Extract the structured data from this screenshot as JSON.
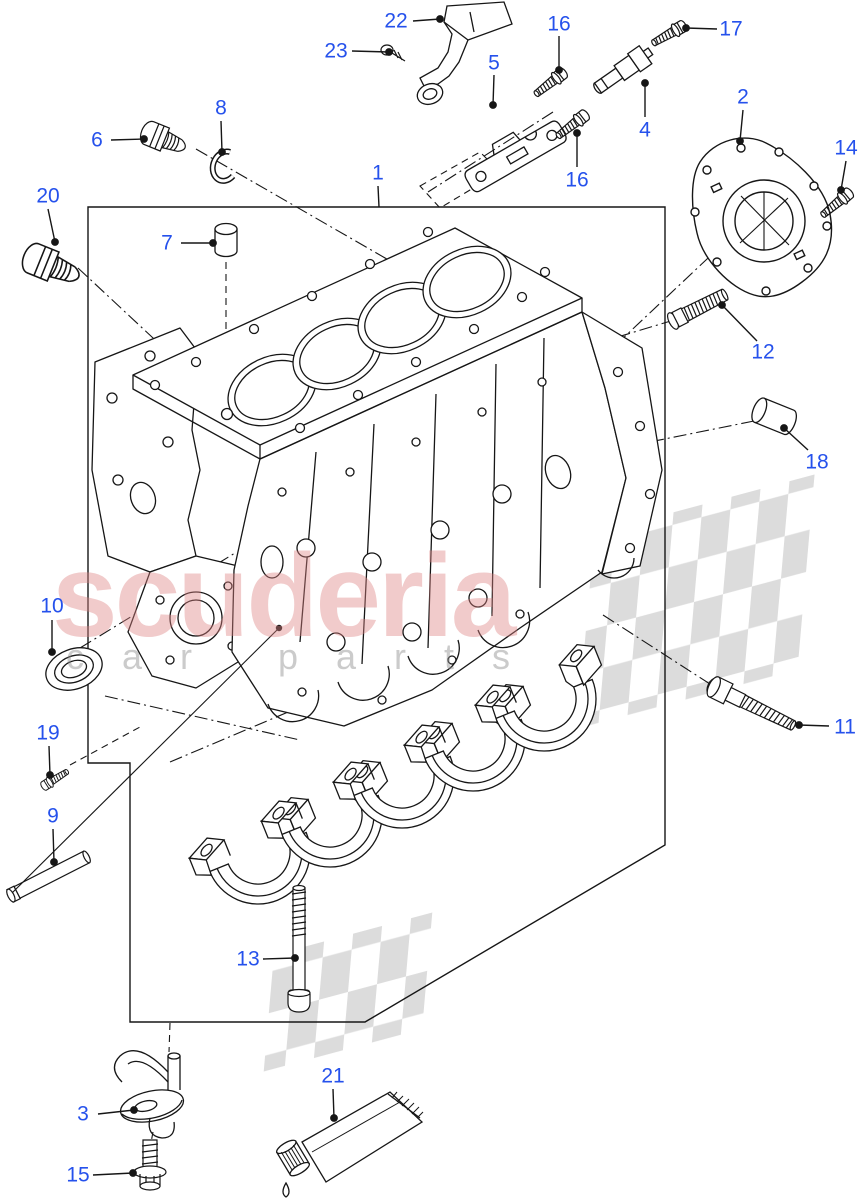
{
  "diagram": {
    "kind": "exploded-parts-diagram",
    "subject": "engine cylinder block with plugs, sensors, seal retainer and main bearing caps",
    "callouts": {
      "n1": "1",
      "n2": "2",
      "n3": "3",
      "n4": "4",
      "n5": "5",
      "n6": "6",
      "n7": "7",
      "n8": "8",
      "n9": "9",
      "n10": "10",
      "n11": "11",
      "n12": "12",
      "n13": "13",
      "n14": "14",
      "n15": "15",
      "n16": "16",
      "n16b": "16",
      "n17": "17",
      "n18": "18",
      "n19": "19",
      "n20": "20",
      "n21": "21",
      "n22": "22",
      "n23": "23"
    },
    "watermark": {
      "brand": "scuderia",
      "tagline": "car parts"
    },
    "colors": {
      "callout_blue": "#2551ec",
      "line_black": "#161616",
      "watermark_pink": "#de8282",
      "watermark_gray": "#8c8c8c",
      "checker_gray": "#d9d9d9",
      "background": "#ffffff"
    }
  }
}
